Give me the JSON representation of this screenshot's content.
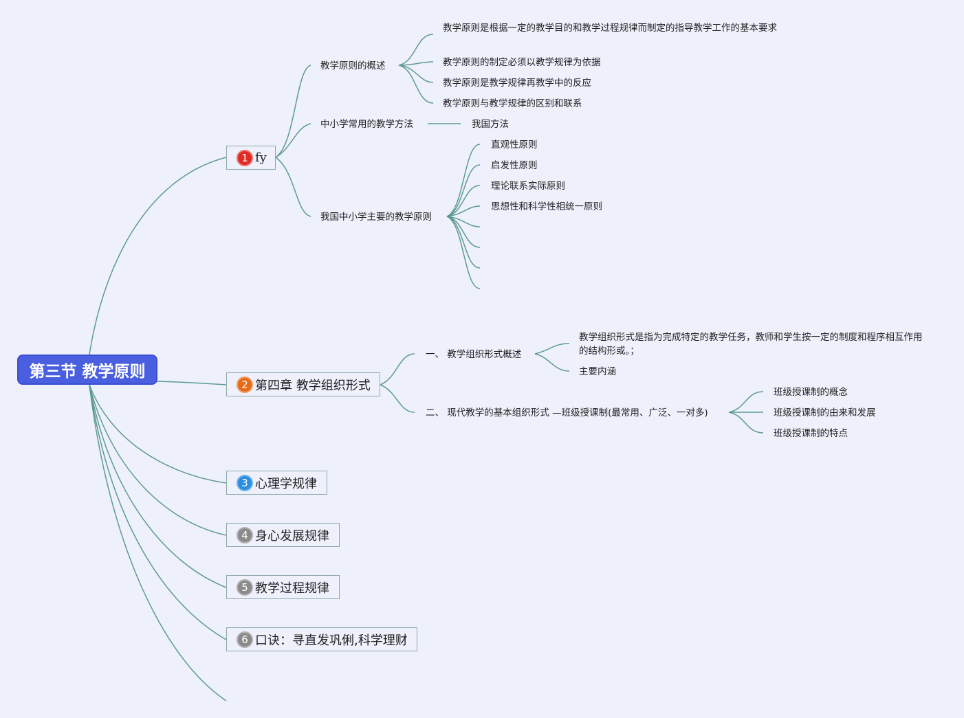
{
  "root": "第三节 教学原则",
  "colors": {
    "root_bg": "#4a5fe0",
    "line": "#5d9a93",
    "badge_red": "#e02b25",
    "badge_orange": "#e76a17",
    "badge_blue": "#2b8ee0",
    "badge_gray": "#8a8a8a"
  },
  "branches": [
    {
      "num": "1",
      "label": "fy",
      "children": [
        {
          "label": "教学原则的概述",
          "children": [
            "教学原则是根据一定的教学目的和教学过程规律而制定的指导教学工作的基本要求",
            "教学原则的制定必须以教学规律为依据",
            "教学原则是教学规律再教学中的反应",
            "教学原则与教学规律的区别和联系"
          ]
        },
        {
          "label": "中小学常用的教学方法",
          "children": [
            "我国方法"
          ]
        },
        {
          "label": "我国中小学主要的教学原则",
          "children": [
            "直观性原则",
            "启发性原则",
            "理论联系实际原则",
            "思想性和科学性相统一原则"
          ]
        }
      ]
    },
    {
      "num": "2",
      "label": "第四章 教学组织形式",
      "children": [
        {
          "label": "一、 教学组织形式概述",
          "children": [
            "教学组织形式是指为完成特定的教学任务，教师和学生按一定的制度和程序相互作用的结构形或。；",
            "主要内涵"
          ]
        },
        {
          "label": "二、 现代教学的基本组织形式 —班级授课制(最常用、广泛、一对多)",
          "children": [
            "班级授课制的概念",
            "班级授课制的由来和发展",
            "班级授课制的特点"
          ]
        }
      ]
    },
    {
      "num": "3",
      "label": "心理学规律"
    },
    {
      "num": "4",
      "label": "身心发展规律"
    },
    {
      "num": "5",
      "label": "教学过程规律"
    },
    {
      "num": "6",
      "label": "口诀：寻直发巩俐,科学理财"
    }
  ]
}
